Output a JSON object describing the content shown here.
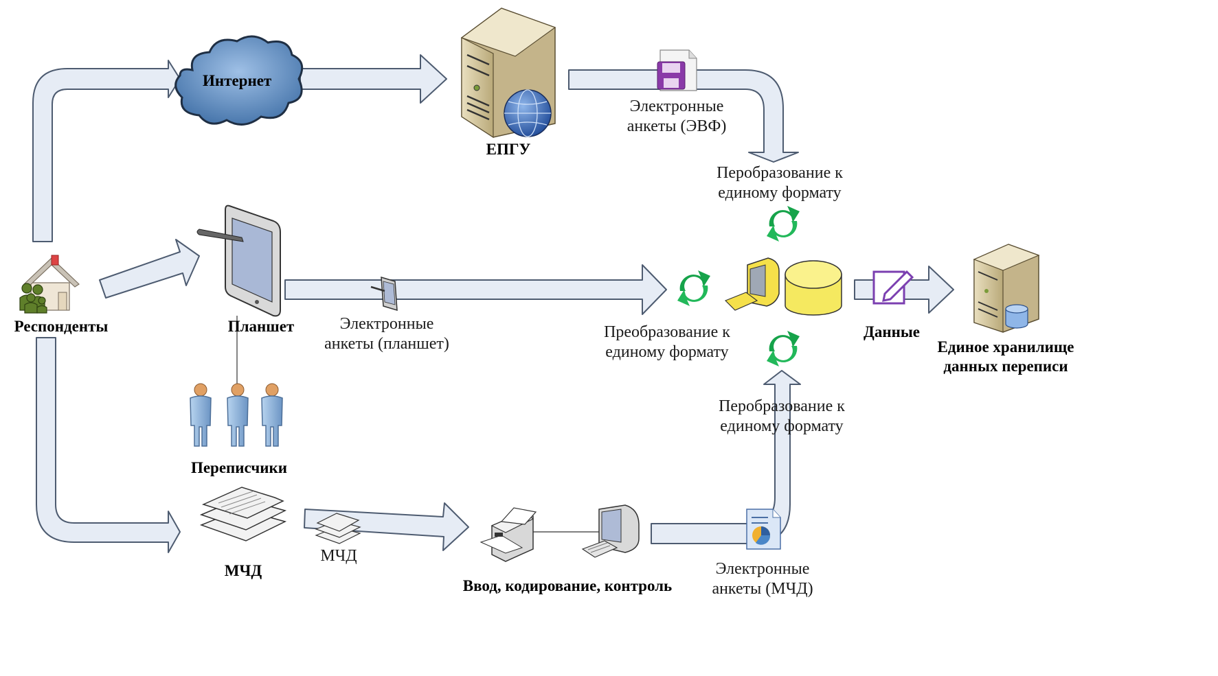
{
  "nodes": {
    "respondents": "Респонденты",
    "internet": "Интернет",
    "epgu": "ЕПГУ",
    "tablet": "Планшет",
    "enumerators": "Переписчики",
    "mchd": "МЧД",
    "input": "Ввод, кодирование, контроль",
    "data": "Данные",
    "storage": "Единое хранилище\nданных переписи"
  },
  "flows": {
    "e_forms_evf": "Электронные\nанкеты (ЭВФ)",
    "e_forms_tablet": "Электронные\nанкеты (планшет)",
    "e_forms_mchd": "Электронные\nанкеты (МЧД)",
    "mchd_small": "МЧД",
    "convert_top": "Перобразование к\nединому формату",
    "convert_mid": "Преобразование к\nединому формату",
    "convert_bottom": "Перобразование к\nединому формату"
  },
  "colors": {
    "arrow_fill": "#e6ecf5",
    "arrow_stroke": "#4d5b70",
    "server": "#d8cba0",
    "cloud": "#5d88b8",
    "sync_green": "#16a34a",
    "database": "#f5e960",
    "person": "#8fb4d8",
    "house_people": "#5f7f2a",
    "edit_purple": "#7b3fb0"
  },
  "icons": [
    "house-people-icon",
    "cloud-icon",
    "server-globe-icon",
    "floppy-document-icon",
    "tablet-pen-icon",
    "small-tablet-icon",
    "people-icon",
    "paper-stack-icon",
    "printer-icon",
    "computer-icon",
    "report-document-icon",
    "sync-arrows-icon",
    "database-icon",
    "edit-icon",
    "server-database-icon"
  ]
}
